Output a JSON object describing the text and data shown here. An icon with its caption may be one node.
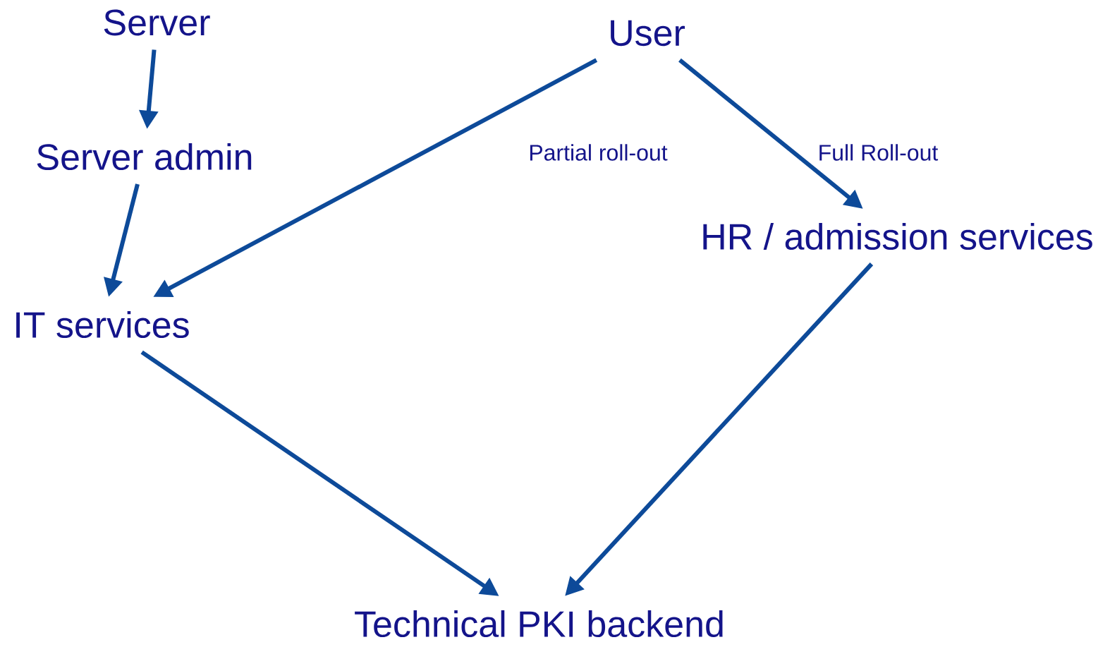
{
  "diagram": {
    "nodes": [
      {
        "text": [
          "Server"
        ]
      },
      {
        "text": [
          "Server admin"
        ]
      },
      {
        "text": [
          "User"
        ]
      },
      {
        "text": [
          "IT services"
        ]
      },
      {
        "text": [
          "HR / admission services"
        ]
      },
      {
        "text": [
          "Technical PKI backend"
        ]
      }
    ],
    "edges": [
      {
        "from": 0,
        "to": 1,
        "arrow": "to"
      },
      {
        "from": 1,
        "to": 3,
        "arrow": "to"
      },
      {
        "from": 2,
        "to": 3,
        "arrow": "to",
        "label": "Partial roll-out"
      },
      {
        "from": 2,
        "to": 4,
        "arrow": "to",
        "label": "Full Roll-out"
      },
      {
        "from": 3,
        "to": 5,
        "arrow": "to"
      },
      {
        "from": 4,
        "to": 5,
        "arrow": "to"
      }
    ]
  }
}
